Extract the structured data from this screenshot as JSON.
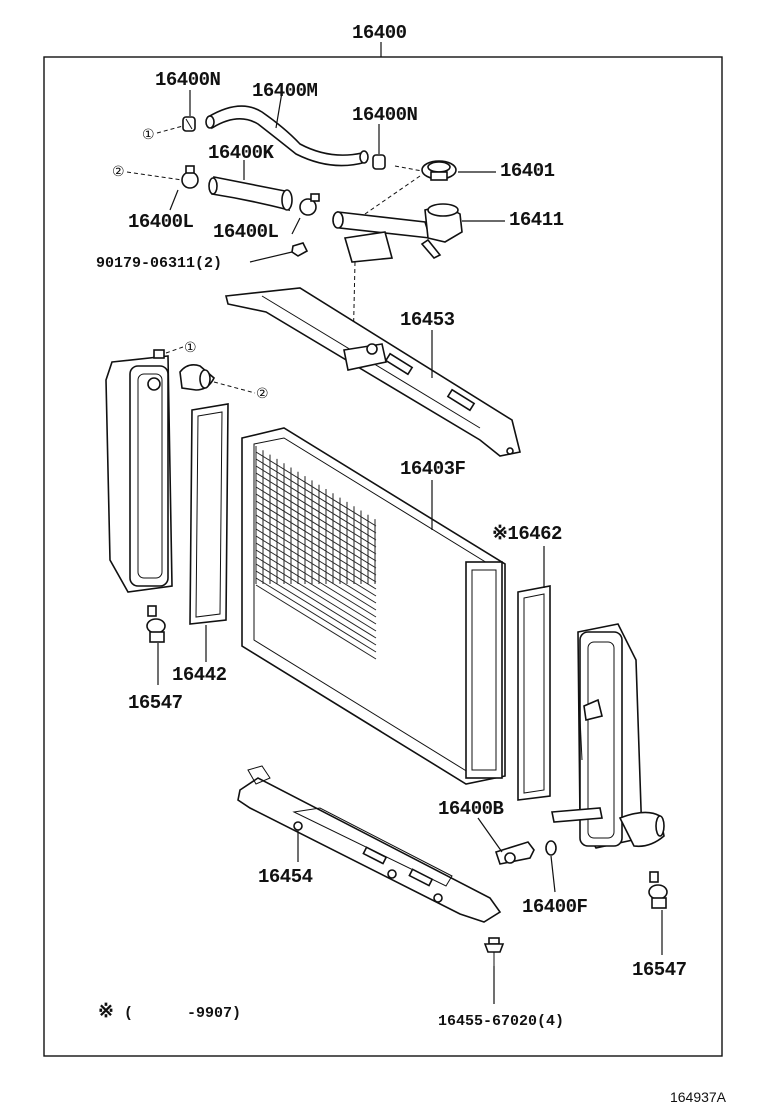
{
  "diagram": {
    "assembly_label": "16400",
    "figure_id": "164937A",
    "note_symbol": "※",
    "note_text": "(      -9907)",
    "circle_marks": [
      "①",
      "②",
      "①",
      "②"
    ],
    "parts": {
      "p16400N_a": "16400N",
      "p16400M": "16400M",
      "p16400N_b": "16400N",
      "p16400K": "16400K",
      "p16401": "16401",
      "p16400L_a": "16400L",
      "p16400L_b": "16400L",
      "p16411": "16411",
      "p90179": "90179-06311(2)",
      "p16453": "16453",
      "p16403F": "16403F",
      "p16462": "※16462",
      "p16442": "16442",
      "p16547_a": "16547",
      "p16400B": "16400B",
      "p16454": "16454",
      "p16400F": "16400F",
      "p16547_b": "16547",
      "p16455": "16455-67020(4)"
    }
  }
}
